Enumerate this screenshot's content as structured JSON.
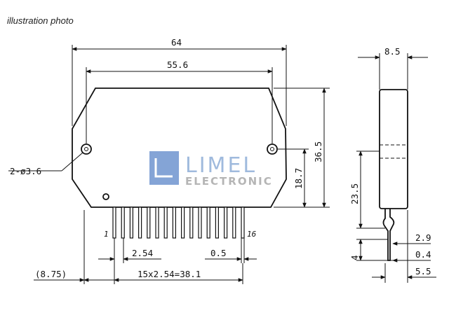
{
  "caption": "illustration photo",
  "front_view": {
    "width_overall": "64",
    "hole_spacing": "55.6",
    "hole_spec": "2-ø3.6",
    "height_overall": "36.5",
    "hole_height": "18.7",
    "pin_pitch": "2.54",
    "pin_width": "0.5",
    "pin_offset": "(8.75)",
    "pin_span": "15x2.54=38.1",
    "first_pin": "1",
    "last_pin": "16"
  },
  "side_view": {
    "thickness": "8.5",
    "body_to_bend": "23.5",
    "lead_offset": "2.9",
    "lead_thickness": "0.4",
    "lead_length": "4",
    "lead_spacing": "5.5"
  },
  "watermark": {
    "brand": "LIMEL",
    "sub": "ELECTRONIC"
  }
}
